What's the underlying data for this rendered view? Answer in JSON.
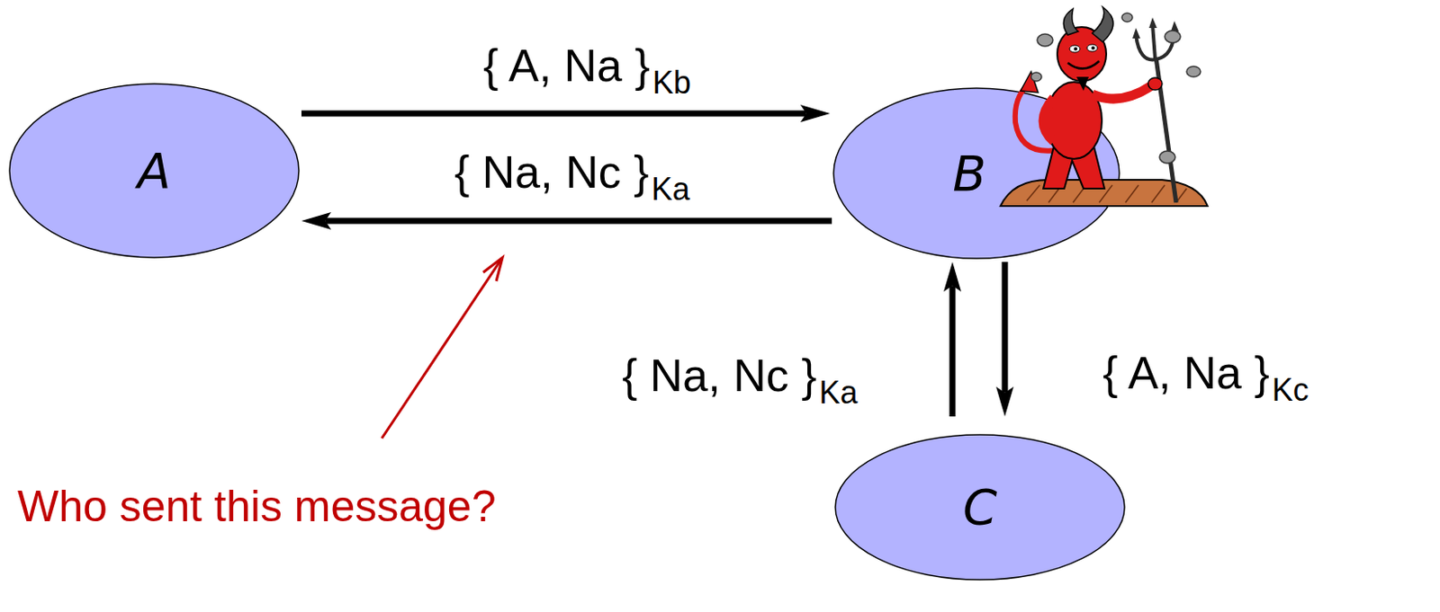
{
  "diagram": {
    "nodes": [
      {
        "text": [
          "A"
        ]
      },
      {
        "text": [
          "B"
        ]
      },
      {
        "text": [
          "C"
        ]
      }
    ],
    "edges": [
      {
        "from": 0,
        "to": 1,
        "label": "{ A, Na }",
        "arrow": "to"
      },
      {
        "from": 1,
        "to": 0,
        "label": "{ Na, Nc }",
        "arrow": "to"
      },
      {
        "from": 2,
        "to": 1,
        "label": "{ Na, Nc }",
        "arrow": "to"
      },
      {
        "from": 1,
        "to": 2,
        "label": "{ A, Na }",
        "arrow": "to"
      }
    ],
    "labels": [
      "Kb",
      "Ka",
      "Ka",
      "Kc",
      "Who sent this message?"
    ]
  }
}
